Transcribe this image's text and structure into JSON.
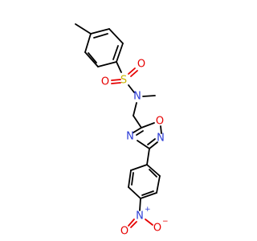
{
  "colors": {
    "carbon": "#000000",
    "nitrogen": "#2a3bd6",
    "oxygen": "#e60000",
    "sulfur": "#c8b400",
    "background": "#ffffff"
  },
  "atoms": {
    "sulfur": "S",
    "sulfonyl_oxygen_1": "O",
    "sulfonyl_oxygen_2": "O",
    "sulfonamide_nitrogen": "N",
    "oxadiazole_oxygen": "O",
    "oxadiazole_nitrogen_1": "N",
    "oxadiazole_nitrogen_2": "N",
    "nitro_nitrogen": "N",
    "nitro_nitrogen_charge": "+",
    "nitro_oxygen_1": "O",
    "nitro_oxygen_1_charge": "−",
    "nitro_oxygen_2": "O"
  }
}
